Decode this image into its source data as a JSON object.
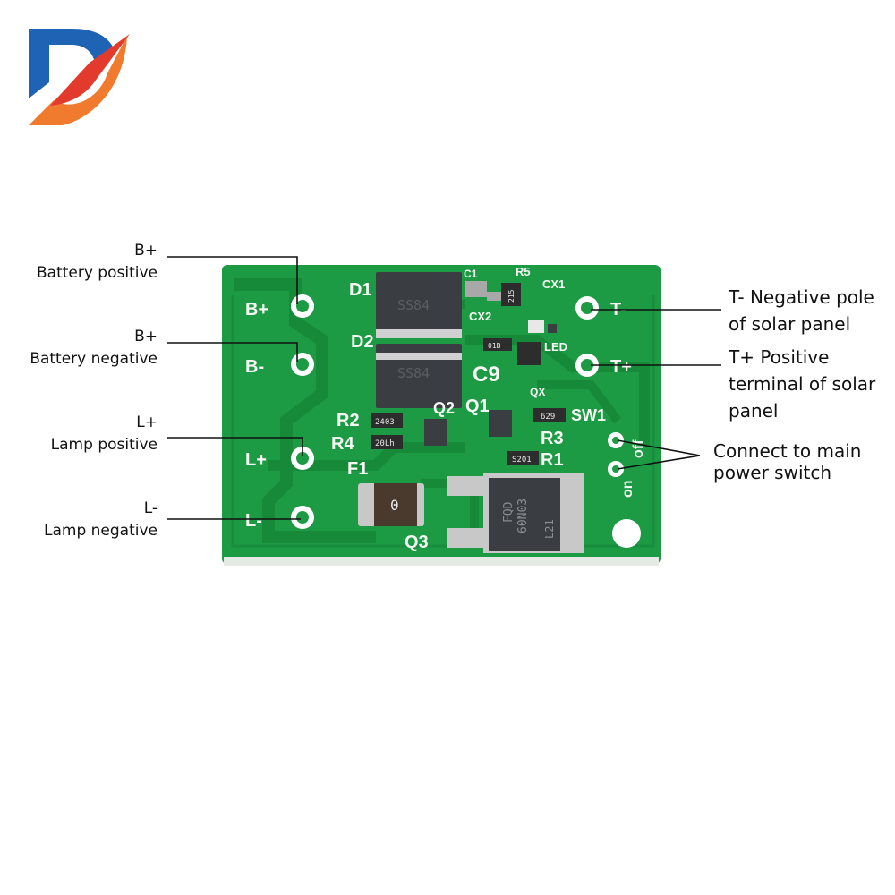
{
  "logo": {
    "letter": "D",
    "colors": {
      "blue": "#1f63b5",
      "orange": "#f07a2e",
      "red": "#e23a2c"
    }
  },
  "callouts_left": [
    {
      "id": "b-plus",
      "code": "B+",
      "desc": "Battery positive"
    },
    {
      "id": "b-minus",
      "code": "B+",
      "desc": "Battery negative"
    },
    {
      "id": "l-plus",
      "code": "L+",
      "desc": "Lamp positive"
    },
    {
      "id": "l-minus",
      "code": "L-",
      "desc": "Lamp negative"
    }
  ],
  "callouts_right": [
    {
      "id": "t-minus",
      "lines": [
        "T- Negative pole",
        "of solar panel"
      ]
    },
    {
      "id": "t-plus",
      "lines": [
        "T+ Positive",
        "terminal of solar",
        "panel"
      ]
    },
    {
      "id": "switch",
      "lines": [
        "Connect to main",
        "power switch"
      ]
    }
  ],
  "board": {
    "pad_labels": {
      "b_plus": "B+",
      "b_minus": "B-",
      "l_plus": "L+",
      "l_minus": "L-",
      "t_minus": "T-",
      "t_plus": "T+"
    },
    "designators": {
      "d1": "D1",
      "d2": "D2",
      "c1": "C1",
      "r5": "R5",
      "cx1": "CX1",
      "cx2": "CX2",
      "led": "LED",
      "c9": "C9",
      "qx": "QX",
      "q1": "Q1",
      "q2": "Q2",
      "r2": "R2",
      "r4": "R4",
      "r3": "R3",
      "r1": "R1",
      "sw1": "SW1",
      "f1": "F1",
      "q3": "Q3",
      "on": "on",
      "off": "off"
    },
    "markings": {
      "d1": "SS84",
      "d2": "SS84",
      "r2": "2403",
      "r4": "20Lh",
      "sw1": "629",
      "r1": "S201",
      "r5": "215",
      "led_res": "01B",
      "fuse": "0",
      "q3_line1": "FQD",
      "q3_line2": "60N03",
      "q3_line3": "L21"
    },
    "colors": {
      "pcb": "#1d9a44",
      "copper": "#178a3a",
      "silk": "#f4f7f2",
      "chip": "#3a3d42",
      "pad": "#c8c8c8"
    }
  }
}
